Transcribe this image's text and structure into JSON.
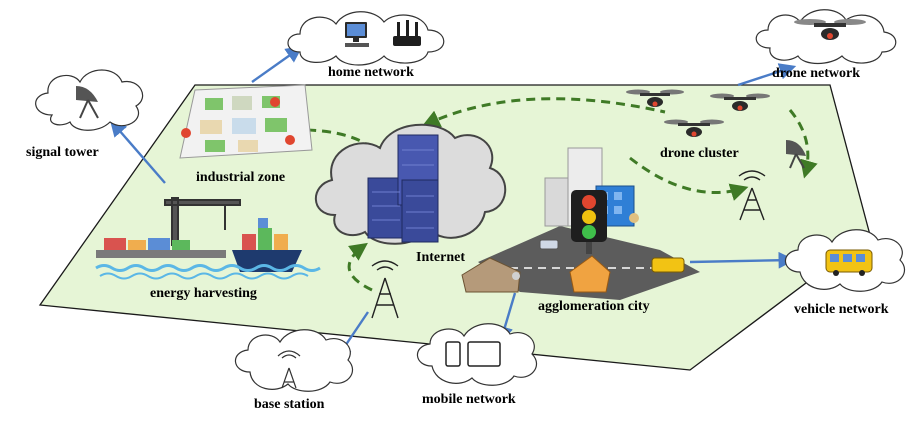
{
  "labels": {
    "home_network": "home network",
    "drone_network": "drone network",
    "signal_tower": "signal tower",
    "industrial_zone": "industrial zone",
    "drone_cluster": "drone cluster",
    "internet": "Internet",
    "energy_harvesting": "energy harvesting",
    "agglomeration_city": "agglomeration city",
    "vehicle_network": "vehicle network",
    "base_station": "base station",
    "mobile_network": "mobile network"
  },
  "colors": {
    "plane_fill": "#e6f5d6",
    "plane_stroke": "#1a1a1a",
    "arrow_blue": "#4a7cc7",
    "dashed_green": "#3f7a26",
    "cloud_fill": "#ffffff",
    "cloud_stroke": "#333333",
    "server_blue": "#3a4a9a",
    "internet_cloud": "#c9c9c9"
  },
  "icons": [
    "desktop-computer-icon",
    "wifi-router-icon",
    "satellite-dish-icon",
    "drone-icon",
    "phone-icon",
    "tablet-icon",
    "bus-icon",
    "radio-tower-icon",
    "server-rack-icon",
    "traffic-light-icon",
    "ship-icon",
    "crane-icon",
    "building-icon",
    "house-icon",
    "map-pin-icon"
  ]
}
